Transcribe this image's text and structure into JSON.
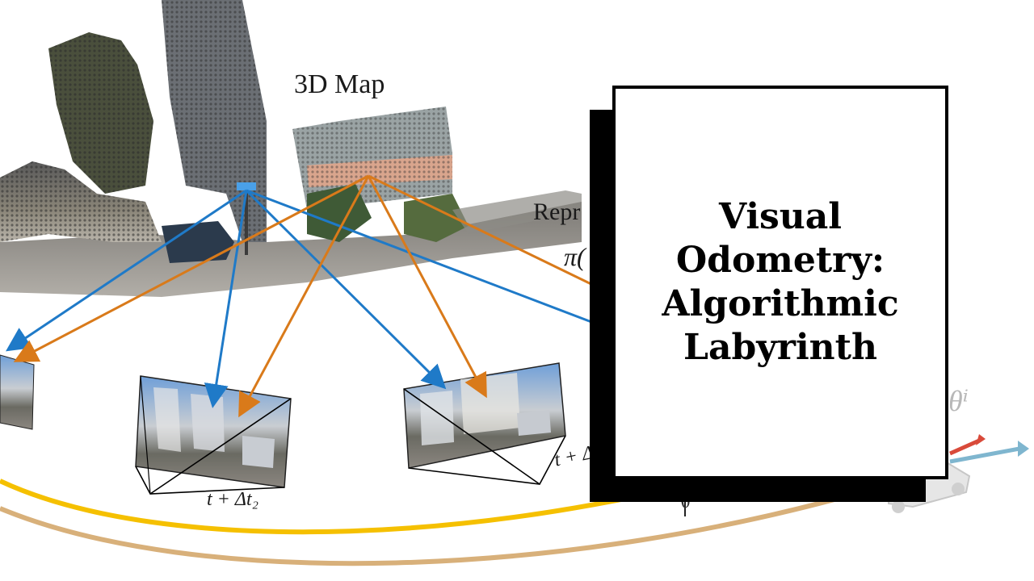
{
  "figure": {
    "map_label": "3D Map",
    "reprojection_label": "Repr",
    "projection_symbol": "π(",
    "time_labels": [
      "t + Δt₂",
      "t + Δ"
    ],
    "theta_label": "θⁱ",
    "theta_partial": "θ"
  },
  "card": {
    "title_lines": [
      "Visual",
      "Odometry:",
      "Algorithmic",
      "Labyrinth"
    ]
  },
  "colors": {
    "blue_ray": "#1f7ac8",
    "orange_ray": "#d97a1a",
    "yellow_arc": "#f5c000",
    "tan_arc": "#d8b07a",
    "card_border": "#000000"
  }
}
